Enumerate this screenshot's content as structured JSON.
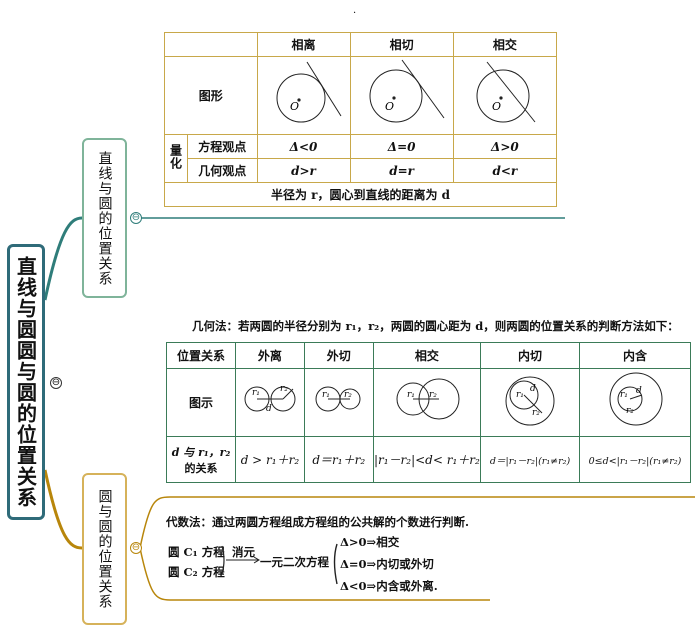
{
  "root": {
    "title": "直线与圆圆与圆的位置关系"
  },
  "branches": {
    "line_circle": "直线与圆的位置关系",
    "circle_circle": "圆与圆的位置关系"
  },
  "collapse_symbol": "⊖",
  "dot_mark": "·",
  "line_table": {
    "headers": [
      "相离",
      "相切",
      "相交"
    ],
    "figure_label": "图形",
    "quant_label": "量化",
    "rows": [
      {
        "label": "方程观点",
        "values": [
          "Δ<0",
          "Δ=0",
          "Δ>0"
        ]
      },
      {
        "label": "几何观点",
        "values": [
          "d>r",
          "d=r",
          "d<r"
        ]
      }
    ],
    "center_label": "O",
    "footer": "半径为 r，圆心到直线的距离为 d"
  },
  "geometry_method": "几何法：若两圆的半径分别为 r₁，r₂，两圆的圆心距为 d，则两圆的位置关系的判断方法如下：",
  "circle_table": {
    "headers": [
      "位置关系",
      "外离",
      "外切",
      "相交",
      "内切",
      "内含"
    ],
    "figure_label": "图示",
    "relation_label_1": "d 与 r₁，r₂",
    "relation_label_2": "的关系",
    "relations": [
      "d > r₁＋r₂",
      "d＝r₁＋r₂",
      "|r₁－r₂|<d< r₁＋r₂",
      "d＝|r₁－r₂|(r₁≠r₂)",
      "0≤d<|r₁－r₂|(r₁≠r₂)"
    ],
    "labels": {
      "r1": "r₁",
      "r2": "r₂",
      "d": "d"
    }
  },
  "algebra": {
    "intro": "代数法：通过两圆方程组成方程组的公共解的个数进行判断.",
    "eq1": "圆 C₁ 方程",
    "eq2": "圆 C₂ 方程",
    "elim": "消元",
    "result": "一元二次方程",
    "cases": [
      "Δ>0⇒相交",
      "Δ=0⇒内切或外切",
      "Δ<0⇒内含或外离."
    ]
  }
}
